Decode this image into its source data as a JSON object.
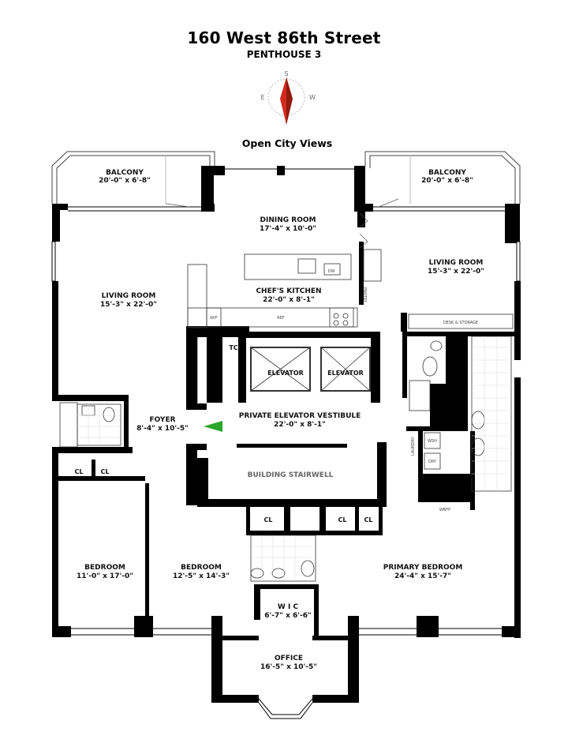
{
  "header": {
    "title": "160 West 86th Street",
    "subtitle": "PENTHOUSE 3",
    "views": "Open City Views"
  },
  "compass": {
    "n": "S",
    "w": "E",
    "e": "W"
  },
  "rooms": {
    "balcony_left": {
      "name": "BALCONY",
      "dims": "20'-0\" x 6'-8\""
    },
    "balcony_right": {
      "name": "BALCONY",
      "dims": "20'-0\" x 6'-8\""
    },
    "dining": {
      "name": "DINING ROOM",
      "dims": "17'-4\" x 10'-0\""
    },
    "living_right": {
      "name": "LIVING ROOM",
      "dims": "15'-3\" x 22'-0\""
    },
    "living_left": {
      "name": "LIVING ROOM",
      "dims": "15'-3\" x 22'-0\""
    },
    "kitchen": {
      "name": "CHEF'S KITCHEN",
      "dims": "22'-0\" x 8'-1\""
    },
    "foyer": {
      "name": "FOYER",
      "dims": "8'-4\" x 10'-5\""
    },
    "vestibule": {
      "name": "PRIVATE ELEVATOR VESTIBULE",
      "dims": "22'-0\" x 8'-1\""
    },
    "stairwell": {
      "name": "BUILDING STAIRWELL"
    },
    "bedroom1": {
      "name": "BEDROOM",
      "dims": "11'-0\" x 17'-0\""
    },
    "bedroom2": {
      "name": "BEDROOM",
      "dims": "12'-5\" x 14'-3\""
    },
    "primary": {
      "name": "PRIMARY BEDROOM",
      "dims": "24'-4\" x 15'-7\""
    },
    "wic": {
      "name": "W I C",
      "dims": "6'-7\" x 6'-6\""
    },
    "office": {
      "name": "OFFICE",
      "dims": "16'-5\" x 10'-5\""
    }
  },
  "labels": {
    "pantry": "PANTRY",
    "desk_storage": "DESK & STORAGE",
    "tc": "TC",
    "elevator": "ELEVATOR",
    "cl": "CL",
    "laundry": "LAUNDRY",
    "wbfp": "WBFP",
    "dw": "DW",
    "wf": "W/F",
    "ref": "REF",
    "wsh": "WSH",
    "dry": "DRY"
  }
}
